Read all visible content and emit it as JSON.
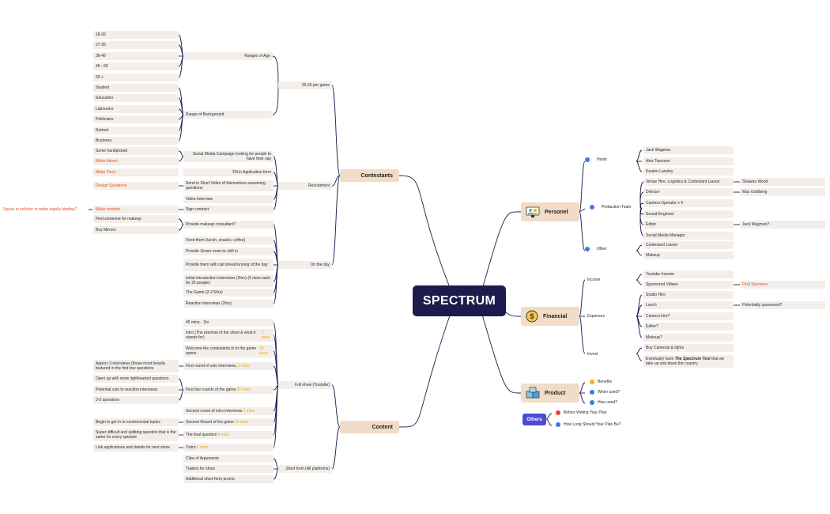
{
  "center": "SPECTRUM",
  "contestants": {
    "label": "Contestants",
    "game_count": "25-30 per game",
    "ranges_of_age": "Ranges of Age",
    "ages": [
      "18-26",
      "27-35",
      "36-45",
      "46 - 60",
      "60 +"
    ],
    "range_of_background": "Range of Background",
    "backgrounds": [
      "Student",
      "Education",
      "Labourers",
      "Politicians",
      "Retired",
      "Business"
    ],
    "recruitment": "Recruitment",
    "some_handpicked": "Some handpicked",
    "make_advert": "Make Advert",
    "social_media": "Social Media Campaign looking for people to have their say",
    "make_form": "Make Form",
    "fill_form": "Fill in Application form",
    "design_questions": "Design Questions",
    "short_video": "Send in Short Video of themselves answering questions",
    "video_interview": "Video Interview",
    "sign_contract": "Sign contract",
    "make_contract": "Make contract",
    "solicitor": "Speak to solicitor to make legally binding?",
    "on_the_day": "On the day",
    "makeup_consultant": "Provide makeup consultant?",
    "find_makeup": "Find someone for makeup",
    "buy_mirrors": "Buy Mirrors",
    "feed": "Feed them (lunch, snacks, coffee)",
    "green_room": "Provide Green room to chill in",
    "call_sheet": "Provide them with call sheet/running of the day",
    "intro_interviews": "Initial introduction interviews (2hrs) (5 mins each for 25 people)",
    "the_game": "The Game (2-2.5hrs)",
    "reaction": "Reaction Interviews (2hrs)"
  },
  "content": {
    "label": "Content",
    "full_show": "Full show (Youtube)",
    "duration": "45 mins - 1hr",
    "intro_a": "Intro (The premise of the show & what it stands for) ",
    "intro_b": "1 mins",
    "welcome_a": "Welcome the contestants in to the game space. ",
    "welcome_b": "30 secs",
    "solo_a": "First round of solo interviews. ",
    "solo_b": "3 mins",
    "approx": "Approx 3 interviews (those most heavily featured in the first few questions",
    "rounds_a": "First few rounds of the game ",
    "rounds_b": "20 mins",
    "lighthearted": "Open up with more lighthearted questions",
    "cuts": "Potential cuts to reaction interviews",
    "three_five": "3-5 questions",
    "second_intro_a": "Second round of intro interviews ",
    "second_intro_b": "3 mins",
    "second_game_a": "Second Round of the game ",
    "second_game_b": "15 mins",
    "contreversial": "Begin to get in to contreversial topics",
    "final_a": "The final question ",
    "final_b": "5 mins",
    "super_difficult": "Super difficult and splitting question that is the same for every episode",
    "outro_a": "Outro ",
    "outro_b": "2 mins",
    "link_apps": "Link applications and details for next show",
    "short_form": "Short form (All platforms)",
    "clips": "Clips of Arguments",
    "trailers": "Trailers for show",
    "additional": "Additional short-form promo"
  },
  "personel": {
    "label": "Personel",
    "hosts": "Hosts",
    "host_list": [
      "Jack Wagman",
      "Alex Townson",
      "Keaton Lansley"
    ],
    "production_team": "Production Team",
    "venue": "Venue Hire, Logistics & Contestant Liason",
    "venue_person": "Shawna Wood",
    "director": "Director",
    "director_person": "Max Goldberg",
    "camera_op": "Camera Operator x 4",
    "sound": "Sound Engineer",
    "editor": "Editor",
    "editor_person": "Jack Wagman?",
    "social_manager": "Social Media Manager",
    "other": "Other",
    "liason": "Contestant Liason",
    "makeup": "Makeup"
  },
  "financial": {
    "label": "Financial",
    "income": "Income",
    "youtube_income": "Youtube Income",
    "sponsored_videos": "Sponsored Videos",
    "find_sponsors": "Find Sponsors",
    "expenses": "Expenses",
    "studio_hire": "Studio Hire",
    "lunch": "Lunch",
    "potentially": "Potentially sponsored?",
    "camera_hire": "Camera hire?",
    "editor": "Editor?",
    "makeup": "Makeup?",
    "invest": "Invest",
    "buy_cameras": "Buy Cameras & lights",
    "tent_a": "Eventually have ",
    "tent_b": "The Spectrum Tent",
    "tent_c": " that we take up and down the country"
  },
  "product": {
    "label": "Product",
    "benefits": "Benefits",
    "when_used": "When used?",
    "how_used": "How used?"
  },
  "others": {
    "label": "Others",
    "before": "Before Writing Your Plan",
    "how_long": "How Long Should Your Plan Be?"
  },
  "colors": {
    "center": "#1d1b4e",
    "branch": "#f1dcc7",
    "leaf": "#f3eeea",
    "line": "#1d1b4e",
    "alert": "#e8501f",
    "time": "#f2a900",
    "others": "#4c4bd8"
  }
}
